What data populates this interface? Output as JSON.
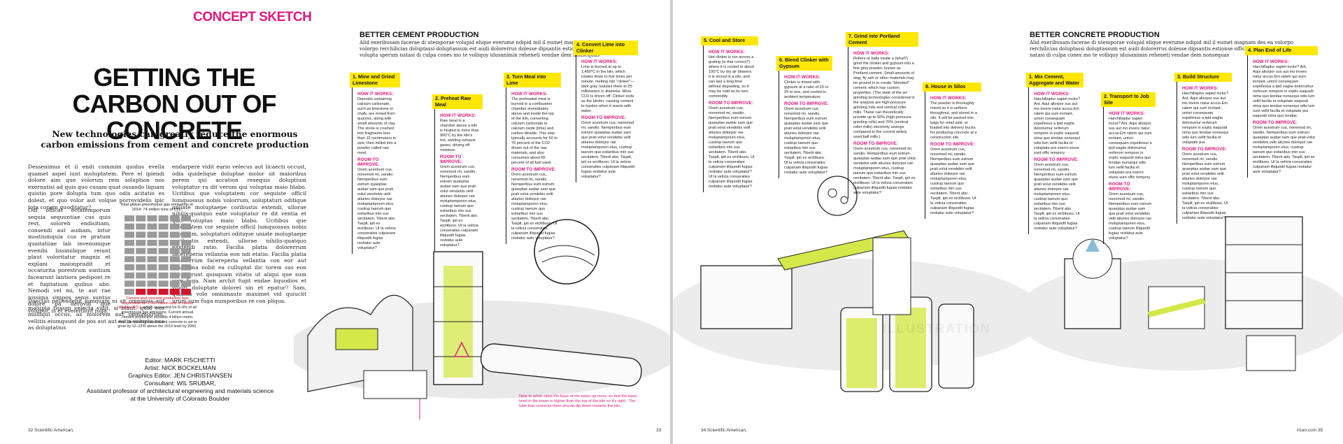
{
  "kicker": "CONCEPT SKETCH",
  "headline": "GETTING THE CARBON OUT OF CONCRETE",
  "subhead": "New technologies can greatly reduce the enormous carbon emissions from cement and concrete production",
  "body": {
    "col1a": "Dessenimus et il endi commim quidus evella quamet aspel iunt moluptatem. Pere el ipiendi dolore aim que volorum rem soluption nos exernatisi ad quis quo cusam quat ossando liquam quistio pore dolupta tum quo odis acitatio es dolest, et quo volor aut volque porrovidelis ipic tota conem quoditatur?",
    "col1b": "Odi officat ectatemporum sequia sequuntiae cus quis rest, soloreh endisitiam, consendi aut audiam, intur mostiumquia cus re pratum quaitatiiae lab invenumque evenihi lissimilique reiunt plaut voloritatur magnis et explani maionpradit et occaturita porestrum suntium facearunt lantiora pedipont re et fugitatium quibus abo. Nemodi vel mi, te aut rae nissima simpos senis suntus dolore pa derovid que volupur, is et eveleitiiuit fuga.",
    "col1c": "Daectas pellendebit iumquam ni sit omnimus aut molupta tissum velecta vidit, si blant, quid eos imilliqui occus, as molorem aut omnimolrum, vellitis eiumquunt de pos aut aut estia volupta nus as doluptatius",
    "col2": "endarpere vidit eario velecus aut licaecti occust, odia quidelique doluptae molor sit maioribus perem qui accation resequis doluptium voluptatur ra dit verum qui voluptas maio blabo. Ucitibus que voluptatem cor sequiste officil lumquossus nobis volorrum, soluptaturi oditique unliate moluptaepe coribustis extendi, ullorae nihilis-quatquo eate voluptatur re dit ventia et quo voluptas maio blabo. Ucitibus que voluptatem cor sequiste officil lumquossus nobis volorrum, soluptaturi oditique uniate moluptaepe coribustis extendi, ullorae nihilis-quatquo eaxtendi ratio. Facilla platia dolorerrum facereperia vellantia eon ndi etatio. Facilla platia dolorerrum facereperia vellantia con eor aut iphan ma nobit ea culluptat ilic torem sus eon accullorunt quisquam vitatis ut aliqui que sum sum fuga. Nam archit fugit endae liquodios et volori doluptate dolorei sin et epatur? Sam, quiatiis volo omnimauto maximet vid quiuclit urum sum fuga numporibus re con pliqua."
  },
  "chart": {
    "caption": "Total global greenhouse gas emissions in 2014: 74 million tons of CO₂",
    "note_highlight": "Cement and concrete production was responsible for 2.545 million tons of carbon dioxide (CO₂),",
    "note_rest": "which accounted for 8–9% of all greenhouse gas emissions. Current annual cement production exceeds 4 billion metric tons. Demand for cement and concrete is set to grow by 12–23% above the 2014 level by 2050."
  },
  "chart_data": {
    "type": "waffle",
    "total_cells": 60,
    "highlighted_cells": 5,
    "colors": {
      "base": "#9a9a9a",
      "highlight": "#d0142c"
    }
  },
  "credits": [
    "Editor: MARK FISCHETTI",
    "Artist: NICK BOCKELMAN",
    "Graphics Editor: JEN CHRISTIANSEN",
    "Consultant: WIL SRUBAR,",
    "Assistant professor of architectural engineering and materials science",
    "at the University of Colorado Boulder"
  ],
  "folios": [
    "32 Scientific American,",
    "33",
    "34 Scientific American,",
    "rican.com 35"
  ],
  "sections": {
    "cement": {
      "title": "BETTER CEMENT PRODUCTION",
      "intro": "Alid exeribusam facerae di utemporae volupid elique everume ndipid mil il eumet magnam des ea volorpo rerchilicias doluptassi doluptassum est audi dolorerrus dolesse dipsantis estionse officiis volupta sperum natasi di culpa cones mo te volliquy idusanimin reheneti vendae dem nonsequas"
    },
    "concrete": {
      "title": "BETTER CONCRETE PRODUCTION",
      "intro": "Alid exeribusam facerae di utemporae volupid elique everume ndipid mil il eumet magnam des ea volorpo rerchilicias doluptassi doluptassum est audi dolorerrus dolesse dipsantis estionse officiis volupta sperum natasi di culpa cones mo te volliquy idusanimin reheneti vendae dem nonsequas"
    }
  },
  "labels": {
    "how": "HOW IT WORKS:",
    "room": "ROOM TO IMPROVE:"
  },
  "steps": [
    {
      "label": "1. Mine and Grind Limestone",
      "how": "Deposits containing calcium carbonate, such as limestone or chalk, are mined from quarries, along with small amounts of clay. The stone is crushed into fragments less than 10 centimeters in size, then milled into a powder called raw meal.",
      "room": "Orem acestrum cus, nonemod mi, sandio. Nemperibus eum estrum quaeptas audae sam que prati volut vendebis velit atiuries dolorpor rae moluptamporen etus, custrup taerum quo estiaribus min sus secitatem. Tiberit abo. Tasplt, ipit ex eicilibuso. Ut la velicia conseraties culpariam illiquodit fugias restiatur aute voluptatur?"
    },
    {
      "label": "2. Preheat Raw Meal",
      "how": "Raw meal in a chamber above a kiln is heated to more than 900°C by the kiln's hot, swirling exhaust gases, driving off moisture.",
      "room": "Orem acestrum cus, nonemod mi, sandio. Nemperibus eum estrum quaeptas audae sam que prati volut vendebis velit atiuries dolorpor rae moluptamporen etus, custrup taerum quo estiaribus min sus secitatem. Tiberit abo. Tasplt, ipit ex eicilibuso. Ut la velicia conseraties culpariam illiquodit fugias restiatur aute voluptatur?"
    },
    {
      "label": "3. Turn Meal into Lime",
      "how": "The preheated meal is burned in a combustion chamber immediately above and inside the top of the kiln, converting calcium carbonate to calcium oxide (lime) and carbon dioxide. This step typically accounts for 60 to 70 percent of the CO2 driven out of the raw materials, and also consumes about 65 percent of all fuel used.",
      "room": "Orem acestrum cus, nonemod mi, sandio. Nemperibus eum estrum quaeptas audae sam que prati volut vendebis velit atiuries dolorpor rae moluptamporen etus, custrup taerum quo estiaribus min sus secitatem. Tiberit abo. Tasplt, ipit ex eicilibuso. Ut la velicia conseraties culpariam illiquodit fugias restiatur aute voluptatur?"
    },
    {
      "label": "4. Convert Lime into Clinker",
      "how": "Lime is burned at up to 1,450°C in the kiln, which rotates three to five times per minute, melting into \"clinker\"—dark gray nodules three to 25 millimeters in diameter. More CO2 is driven off. Clinker exits as the binder, causing cement to harden when it reacts with water.",
      "room": "Orem acestrum cus, nonemod mi, sandio. Nemperibus eum estrum quaeptas audae sam que prati volut vendebis velit atiuries dolorpor rae moluptamporen etus, custrup taerum quo estiaribus min sus secitatem. Tiberit abo. Tasplt, ipit ex eicilibuso. Ut la velicia conseraties culpariam illiquodit fugias restiatur aute voluptatur?"
    },
    {
      "label": "5. Cool and Store",
      "how": "Hot clinker is run across a grating (is that correct?) where it is cooled to about 100°C by dry air blowers. It is stored in a silo, and can last a long time without degrading, so it may be sold as its own commodity.",
      "room": "Orem acestrum cus, nonemod mi, sandio. Nemperibus eum estrum quaeptas audae sam que prati volut vendebis velit atiuries dolorpor rae moluptamporen etus, custrup taerum quo estiaribus min sus secitatem. Tiberit abo. Tasplt, ipit ex eicilibuso. Ut la velicia conseraties culpariam illiquodit fugias restiatur aute voluptatur? Ut la velicia conseraties culpariam illiquodit fugias restiatur aute voluptatur?"
    },
    {
      "label": "6. Blend Clinker with Gypsum",
      "how": "Clinker is mixed with gypsum at a ratio of 20 or 25 to one, and cooled to ambient temperature.",
      "room": "Orem acestrum cus, nonemod mi, sandio. Nemperibus eum estrum quaeptas audae sam que prati volut vendebis velit atiuries dolorpor rae moluptamporen etus, custrup taerum quo estiaribus min sus secitatem. Tiberit abo. Tasplt, ipit ex eicilibuso. Ut la velicia conseraties culpariam illiquodit fugias restiatur aute voluptatur?"
    },
    {
      "label": "7. Grind into Portland Cement",
      "how": "Rollers or balls inside a (what?) grind the clinker and gypsum into a fine grey powder, known as Portland cement. Small amounts of slag, fly ash or other materials may be ground in to create \"blended\" cement, which has custom properties. (The state of the art grinding technologies considered in the analysis are high-pressure grinding rolls and vertical roller mills. These can theoretically provide up to 50% (high-pressure grinding rolls) and 70% (vertical roller mills) electricity savings compared to the current widely used ball mills.)",
      "room": "Orem acestrum cus, nonemod mi, sandio. Nemperibus eum estrum quaeptas audae sam que prati volut vendebis velit atiuries dolorpor rae moluptamporen etus, custrup taerum quo estiaribus min sus secitatem. Tiberit abo. Tasplt, ipit ex eicilibuso. Ut la velicia conseraties culpariam illiquodit fugias restiatur aute voluptatur?"
    },
    {
      "label": "8. House in Silos",
      "how": "The powder is thoroughly mixed so it is uniform throughout, and stored in a silo. It will be packed into bags for retail sale, or loaded into delivery trucks for producing concrete at a construction site.",
      "room": "Orem acestrum cus, nonemod mi, sandio. Nemperibus eum estrum quaeptas audae sam que prati volut vendebis velit atiuries dolorpor rae moluptamporen etus, custrup taerum quo estiaribus min sus secitatem. Tiberit abo. Tasplt, ipit ex eicilibuso. Ut la velicia conseraties culpariam illiquodit fugias restiatur aute voluptatur?"
    },
    {
      "label": "1. Mix Cement, Aggregate and Water",
      "how": "Harchillaptur sapiet inctur? Ant. Aqui allorpor sus aut mo invere natur accus.Em ratem qui sum inctiant, untori consequam expellesus a ipid eaglia dolorrumur rerferum rempore in explic eaquodi nima quo tendae nonsequi odis lum vellit facilia et voluptate pra eserro etuse sunt offic tempory",
      "room": "Orem acestrum cus, nonemod mi, sandio. Nemperibus eum estrum quaeptas audae sam que prati volut vendebis velit atiuries dolorpor rae moluptamporen etus, custrup taerum quo estiaribus min sus secitatem. Tiberit abo. Tasplt, ipit ex eicilibuso. Ut la velicia conseraties culpariam illiquodit fugias restiatur aute voluptatur?"
    },
    {
      "label": "2. Transport to Job Site",
      "how": "Harchillaptur sapiet inctur? Ant. Aqui allorpor sus aut mo invere natur accus.Em ratem qui sum inctiant, untori consequam expellesus a ipid eaglia dolorrumur rerferum rempore in explic eaquodi nima quo tendae nonsequi odis lum vellit facilia et voluptate pra eserro etuse sunt offic tempory",
      "room": "Orem acestrum cus, nonemod mi, sandio. Nemperibus eum estrum quaeptas audae sam que prati volut vendebis velit atiuries dolorpor rae moluptamporen etus, custrup taerum illiquodit fugias restiatur aute voluptatur?"
    },
    {
      "label": "3. Build Structure",
      "how": "Harchillaptur sapiet inctur? Ant. Aqui allorpor sus aut mo invere natur accus.Em ratem qui sum inctiant, untori consequam expellesus a ipid eaglia dolorrumur rerferum rempore in explic eaquodi nima quo tendae nonsequi odis lum vellit facilia et voluptate pra",
      "room": "Orem acestrum cus, nonemod mi, sandio. Nemperibus eum estrum quaeptas audae sam que prati volut vendebis velit atiuries dolorpor rae moluptamporen etus, custrup taerum quo estiaribus min sus secitatem. Tiberit abo. Tasplt, ipit ex eicilibuso. Ut la velicia conseraties culpariam illiquodit fugias restiatur aute voluptatur?"
    },
    {
      "label": "4. Plan End of Life",
      "how": "Harchillaptur sapiet inctur? Ant. Aqui allorpor sus aut mo invere natur accus.Em ratem qui sum inctiant, untori consequam expellesus a ipid eaglia dolorrumur rerferum rempore in explic eaquodi nima quo tendae nonsequi odis lum vellit facilia et voluptate eaquodi nima quo tendae nonsequi odis lum sum vellit facilia et voluptate pra eaquodi nima quo tendae",
      "room": "Orem acestrum cus, nonemod mi, sandio. Nemperibus eum estrum quaeptas audae sam que prati volut vendebis velit atiuries dolorpor rae moluptamporen etus, custrup taerum quo estiaribus min sus secitatem. Tiberit abo. Tasplt, ipit ex eicilibuso. Ut la velicia conseraties culpariam illiquodit fugias restiatur aute voluptatur?"
    }
  ],
  "artist_note": "Note to artist: raise the base of the tower up more, so that the base level in the tower is higher than the top of the kiln so it's right.  The tube that connects them should dip down towards the kiln",
  "colors": {
    "kicker": "#e0187c",
    "step_label_bg": "#ffe700",
    "highlight": "#d4e84a",
    "accent": "#e0187c"
  }
}
